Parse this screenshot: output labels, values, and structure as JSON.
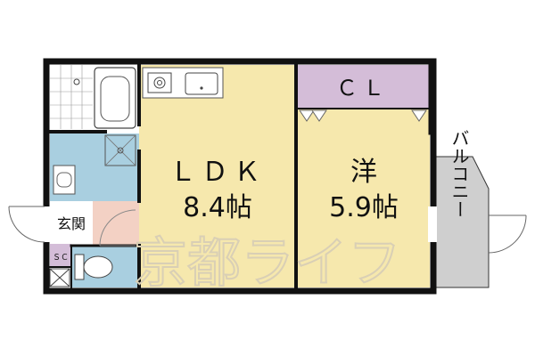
{
  "rooms": {
    "ldk_name": "ＬＤＫ",
    "ldk_size": "8.4帖",
    "western_name": "洋",
    "western_size": "5.9帖",
    "closet": "ＣＬ",
    "entrance": "玄関",
    "shoe_closet": "ＳＣ",
    "balcony": "バルコニー"
  },
  "watermark": "京都ライフ",
  "colors": {
    "ldk_floor": "#f6e8ad",
    "western_floor": "#f6e8ad",
    "closet": "#d4bdd8",
    "wet_area": "#a9cfe0",
    "entrance": "#f3d1c4",
    "balcony": "#cfcfcf",
    "wall": "#111111"
  }
}
